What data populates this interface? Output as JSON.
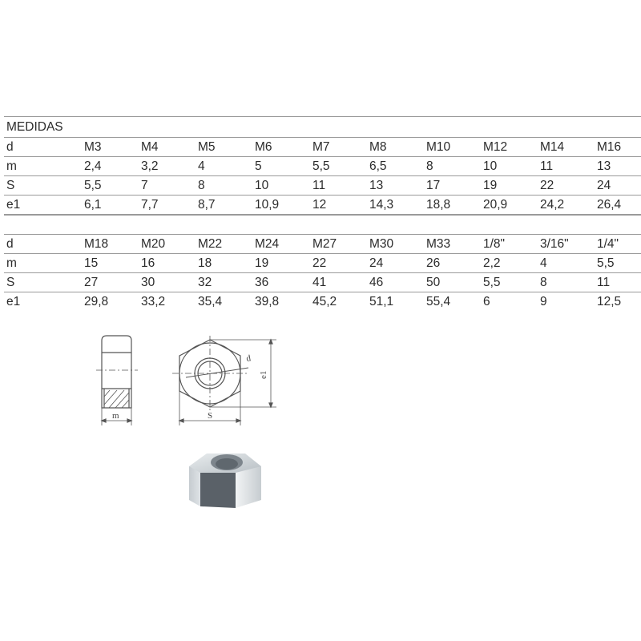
{
  "table": {
    "title": "MEDIDAS",
    "blocks": [
      {
        "rows": [
          {
            "label": "d",
            "values": [
              "M3",
              "M4",
              "M5",
              "M6",
              "M7",
              "M8",
              "M10",
              "M12",
              "M14",
              "M16"
            ]
          },
          {
            "label": "m",
            "values": [
              "2,4",
              "3,2",
              "4",
              "5",
              "5,5",
              "6,5",
              "8",
              "10",
              "11",
              "13"
            ]
          },
          {
            "label": "S",
            "values": [
              "5,5",
              "7",
              "8",
              "10",
              "11",
              "13",
              "17",
              "19",
              "22",
              "24"
            ]
          },
          {
            "label": "e1",
            "values": [
              "6,1",
              "7,7",
              "8,7",
              "10,9",
              "12",
              "14,3",
              "18,8",
              "20,9",
              "24,2",
              "26,4"
            ]
          }
        ]
      },
      {
        "rows": [
          {
            "label": "d",
            "values": [
              "M18",
              "M20",
              "M22",
              "M24",
              "M27",
              "M30",
              "M33",
              "1/8\"",
              "3/16\"",
              "1/4\""
            ]
          },
          {
            "label": "m",
            "values": [
              "15",
              "16",
              "18",
              "19",
              "22",
              "24",
              "26",
              "2,2",
              "4",
              "5,5"
            ]
          },
          {
            "label": "S",
            "values": [
              "27",
              "30",
              "32",
              "36",
              "41",
              "46",
              "50",
              "5,5",
              "8",
              "11"
            ]
          },
          {
            "label": "e1",
            "values": [
              "29,8",
              "33,2",
              "35,4",
              "39,8",
              "45,2",
              "51,1",
              "55,4",
              "6",
              "9",
              "12,5"
            ]
          }
        ]
      }
    ]
  },
  "diagram": {
    "side_view_label": "m",
    "front_view_labels": {
      "width": "S",
      "diameter": "d",
      "corners": "e1"
    }
  },
  "colors": {
    "text": "#2b2b2b",
    "rule": "#9a9a9a",
    "drawing": "#555555"
  }
}
